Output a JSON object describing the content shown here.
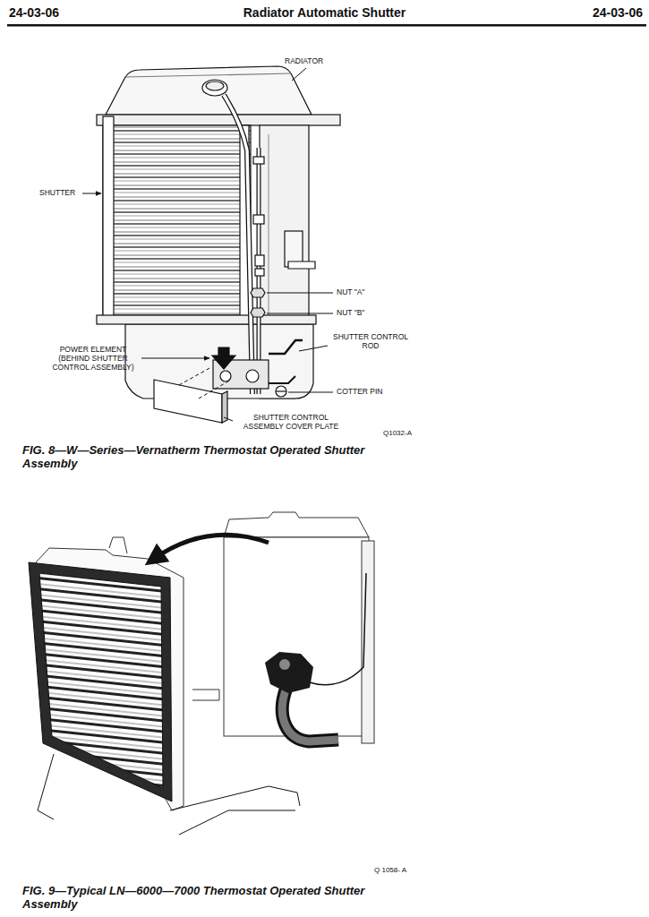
{
  "diagram": {
    "title": "Radiator Automatic Shutter",
    "caption": "FIG. 8—W—Series—Vernatherm Thermostat Operated Shutter Assembly",
    "labels": [
      "24-03-06",
      "24-03-06",
      "RADIATOR",
      "SHUTTER",
      "NUT \"A\"",
      "NUT \"B\"",
      "POWER ELEMENT (BEHIND SHUTTER CONTROL ASSEMBLY)",
      "SHUTTER CONTROL ROD",
      "COTTER PIN",
      "SHUTTER CONTROL ASSEMBLY COVER PLATE",
      "Q1032-A",
      "Q 1058- A",
      "FIG. 9—Typical LN—6000—7000 Thermostat Operated Shutter Assembly"
    ]
  }
}
